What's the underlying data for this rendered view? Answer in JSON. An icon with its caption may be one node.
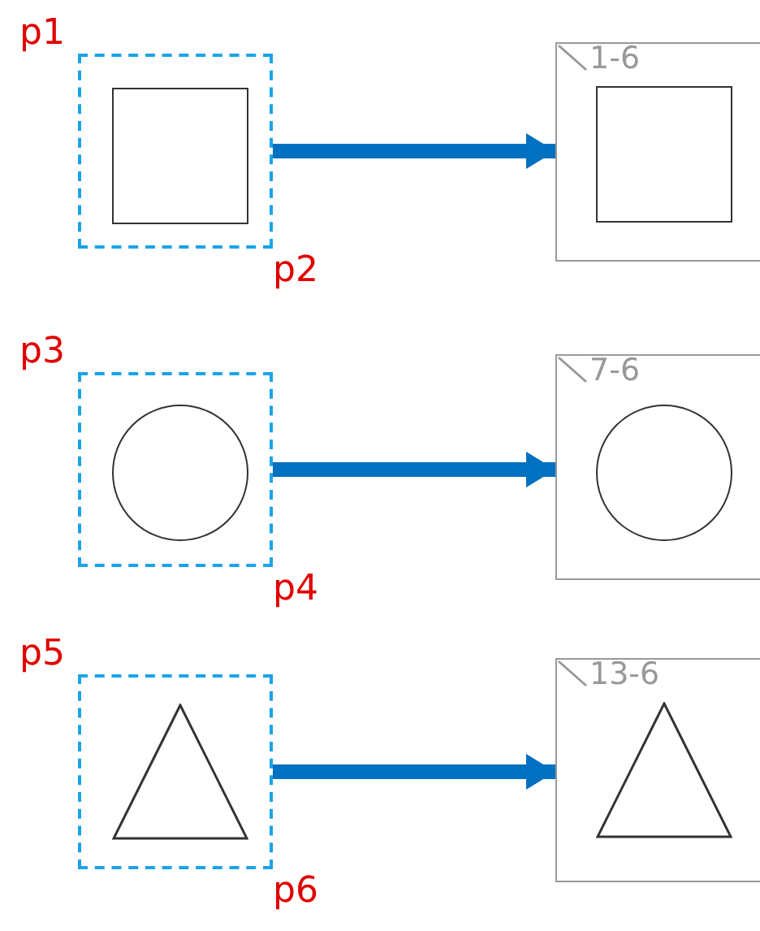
{
  "diagram": {
    "nodes": [
      {
        "text": [],
        "shape": "box",
        "beside": [
          "p1",
          "p2"
        ]
      },
      {
        "text": [],
        "shape": "box",
        "in": 0
      },
      {
        "text": [
          "1-6"
        ]
      },
      {
        "text": [],
        "shape": "box",
        "in": 2
      },
      {
        "text": [],
        "shape": "box",
        "beside": [
          "p3",
          "p4"
        ]
      },
      {
        "text": [],
        "shape": "circle",
        "in": 4
      },
      {
        "text": [
          "7-6"
        ]
      },
      {
        "text": [],
        "shape": "circle",
        "in": 6
      },
      {
        "text": [],
        "shape": "box",
        "beside": [
          "p5",
          "p6"
        ]
      },
      {
        "text": [],
        "shape": "triangle",
        "in": 8
      },
      {
        "text": [
          "13-6"
        ]
      },
      {
        "text": [],
        "shape": "triangle",
        "in": 10
      }
    ],
    "edges": [
      {
        "from": 0,
        "to": 2,
        "arrow": "to"
      },
      {
        "from": 4,
        "to": 6,
        "arrow": "to"
      },
      {
        "from": 8,
        "to": 10,
        "arrow": "to"
      }
    ]
  }
}
